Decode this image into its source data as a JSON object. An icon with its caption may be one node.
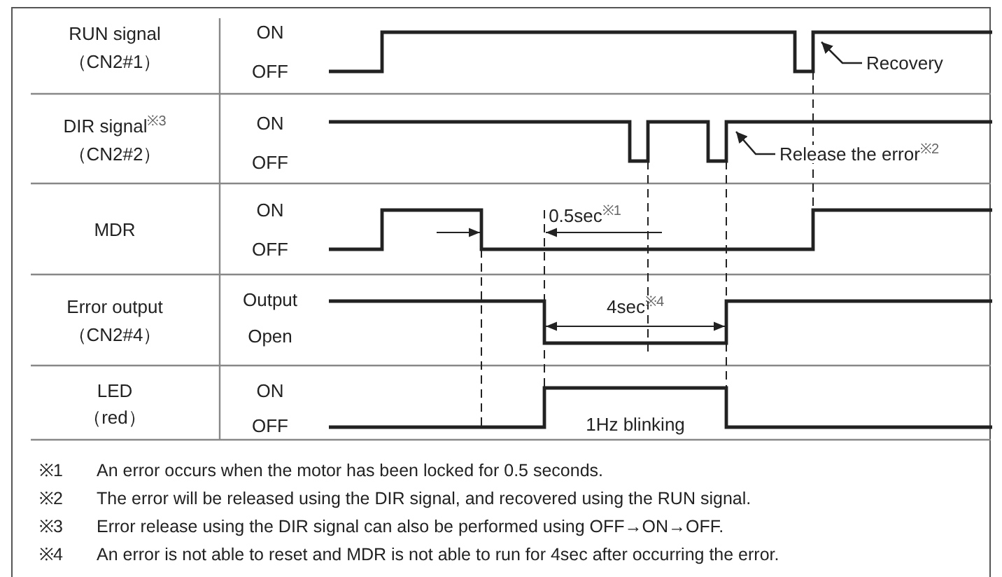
{
  "diagram": {
    "nodes": [
      {
        "text": [
          "Recovery"
        ]
      },
      {
        "text": [
          "Release the error$^{※2}$"
        ]
      }
    ],
    "edges": [
      {
        "from": 0,
        "to": null,
        "arrow": "to"
      },
      {
        "from": 1,
        "to": null,
        "arrow": "to"
      }
    ],
    "labels": [
      "RUN signal",
      "（CN2#1）",
      "ON",
      "OFF",
      "DIR signal$^{※3}$",
      "（CN2#2）",
      "ON",
      "OFF",
      "MDR",
      "ON",
      "OFF",
      "0.5sec$^{※1}$",
      "Error output",
      "（CN2#4）",
      "Output",
      "Open",
      "4sec$^{※4}$",
      "LED",
      "（red）",
      "ON",
      "OFF",
      "1Hz blinking",
      "※1",
      "An error occurs when the motor has been locked for 0.5 seconds.",
      "※2",
      "The error will be released using the DIR signal, and recovered using the RUN signal.",
      "※3",
      "Error release using the DIR signal can also be performed using OFF→ON→OFF.",
      "※4",
      "An error is not able to reset and MDR is not able to run for 4sec after occurring the error."
    ]
  }
}
